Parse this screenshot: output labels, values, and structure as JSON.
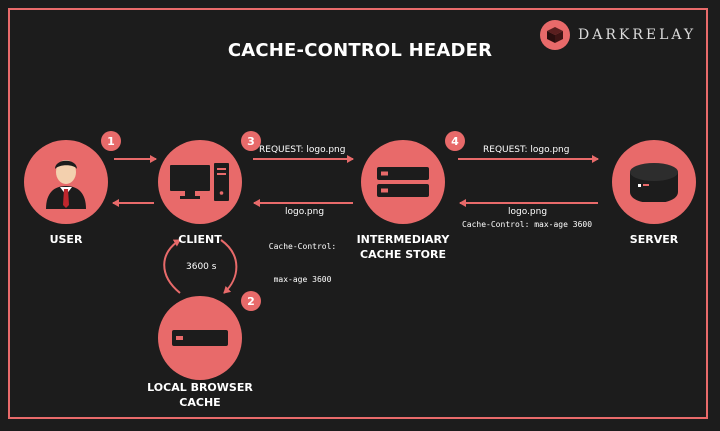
{
  "title": "CACHE-CONTROL HEADER",
  "brand": {
    "name": "DARKRELAY",
    "color": "#e86a6a"
  },
  "colors": {
    "background": "#1c1c1c",
    "accent": "#e86a6a"
  },
  "nodes": {
    "user": {
      "label": "USER",
      "icon": "user-icon"
    },
    "client": {
      "label": "CLIENT",
      "icon": "computer-icon"
    },
    "intermediary": {
      "label_line1": "INTERMEDIARY",
      "label_line2": "CACHE STORE",
      "icon": "server-rack-icon"
    },
    "server": {
      "label": "SERVER",
      "icon": "database-icon"
    },
    "local_cache": {
      "label_line1": "LOCAL BROWSER",
      "label_line2": "CACHE",
      "icon": "drive-icon"
    }
  },
  "steps": [
    "1",
    "2",
    "3",
    "4"
  ],
  "messages": {
    "req_client_to_cache": "REQUEST: logo.png",
    "req_cache_to_server": "REQUEST: logo.png",
    "resp_server_file": "logo.png",
    "resp_server_header": "Cache-Control: max-age 3600",
    "resp_cache_file": "logo.png",
    "resp_cache_header_line1": "Cache-Control:",
    "resp_cache_header_line2": "max-age 3600",
    "local_ttl": "3600 s"
  }
}
